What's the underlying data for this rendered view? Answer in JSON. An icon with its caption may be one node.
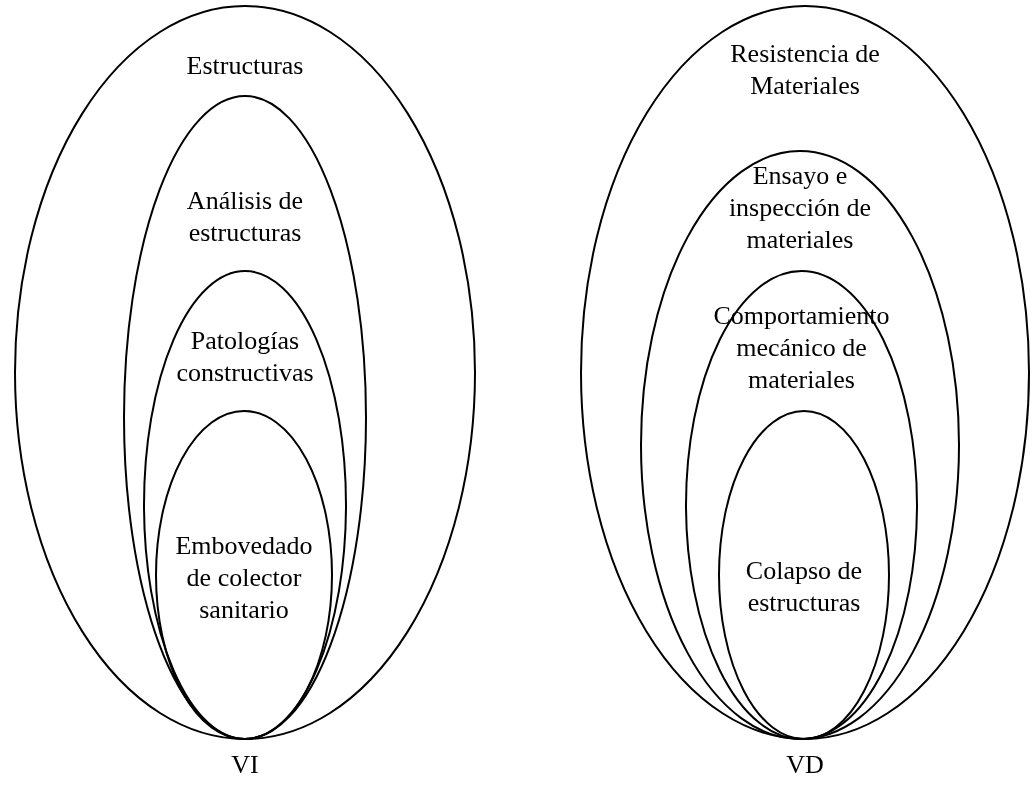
{
  "diagram": {
    "nodes": [
      {
        "text": [
          "Estructuras"
        ]
      },
      {
        "text": [
          "Análisis de estructuras"
        ],
        "in": 0
      },
      {
        "text": [
          "Patologías constructivas"
        ],
        "in": 1
      },
      {
        "text": [
          "Embovedado de colector sanitario"
        ],
        "in": 2
      },
      {
        "text": [
          "Resistencia de Materiales"
        ]
      },
      {
        "text": [
          "Ensayo e inspección de materiales"
        ],
        "in": 4
      },
      {
        "text": [
          "Comportamiento mecánico de materiales"
        ],
        "in": 5
      },
      {
        "text": [
          "Colapso de estructuras"
        ],
        "in": 6
      }
    ],
    "edges": [],
    "labels": [
      "VI",
      "VD"
    ]
  }
}
